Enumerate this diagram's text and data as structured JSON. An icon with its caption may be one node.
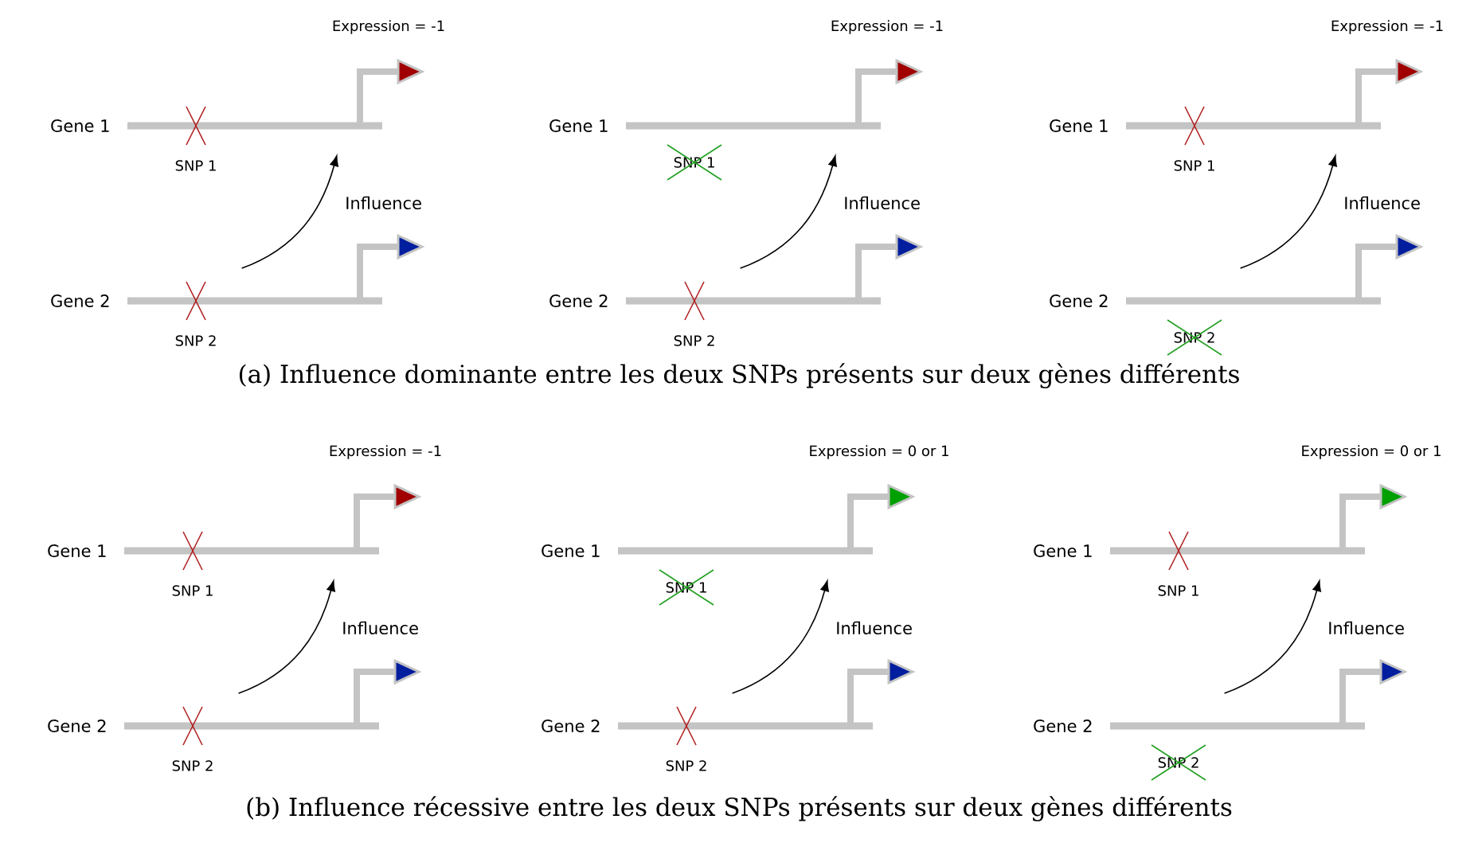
{
  "diagram": {
    "nodes": [
      {
        "text": [
          "Gene 1"
        ],
        "beside": [
          "SNP 1"
        ]
      },
      {
        "text": [
          "Gene 2"
        ],
        "beside": [
          "SNP 2"
        ]
      },
      {
        "text": [
          "Gene 1"
        ],
        "beside": [
          "SNP 1"
        ]
      },
      {
        "text": [
          "Gene 2"
        ],
        "beside": [
          "SNP 2"
        ]
      },
      {
        "text": [
          "Gene 1"
        ],
        "beside": [
          "SNP 1"
        ]
      },
      {
        "text": [
          "Gene 2"
        ],
        "beside": [
          "SNP 2"
        ]
      },
      {
        "text": [
          "Gene 1"
        ],
        "beside": [
          "SNP 1"
        ]
      },
      {
        "text": [
          "Gene 2"
        ],
        "beside": [
          "SNP 2"
        ]
      },
      {
        "text": [
          "Gene 1"
        ],
        "beside": [
          "SNP 1"
        ]
      },
      {
        "text": [
          "Gene 2"
        ],
        "beside": [
          "SNP 2"
        ]
      },
      {
        "text": [
          "Gene 1"
        ],
        "beside": [
          "SNP 1"
        ]
      },
      {
        "text": [
          "Gene 2"
        ],
        "beside": [
          "SNP 2"
        ]
      }
    ],
    "edges": [
      {
        "from": 1,
        "to": 0,
        "arrow": "to",
        "label": "Influence"
      },
      {
        "from": 3,
        "to": 2,
        "arrow": "to",
        "label": "Influence"
      },
      {
        "from": 5,
        "to": 4,
        "arrow": "to",
        "label": "Influence"
      },
      {
        "from": 7,
        "to": 6,
        "arrow": "to",
        "label": "Influence"
      },
      {
        "from": 9,
        "to": 8,
        "arrow": "to",
        "label": "Influence"
      },
      {
        "from": 11,
        "to": 10,
        "arrow": "to",
        "label": "Influence"
      }
    ],
    "labels": [
      "Expression = -1",
      "Expression = -1",
      "Expression = -1",
      "(a) Influence dominante entre les deux SNPs présents sur deux gènes différents",
      "Expression = -1",
      "Expression = 0 or 1",
      "Expression = 0 or 1",
      "(b) Influence récessive entre les deux SNPs présents sur deux gènes différents"
    ]
  }
}
